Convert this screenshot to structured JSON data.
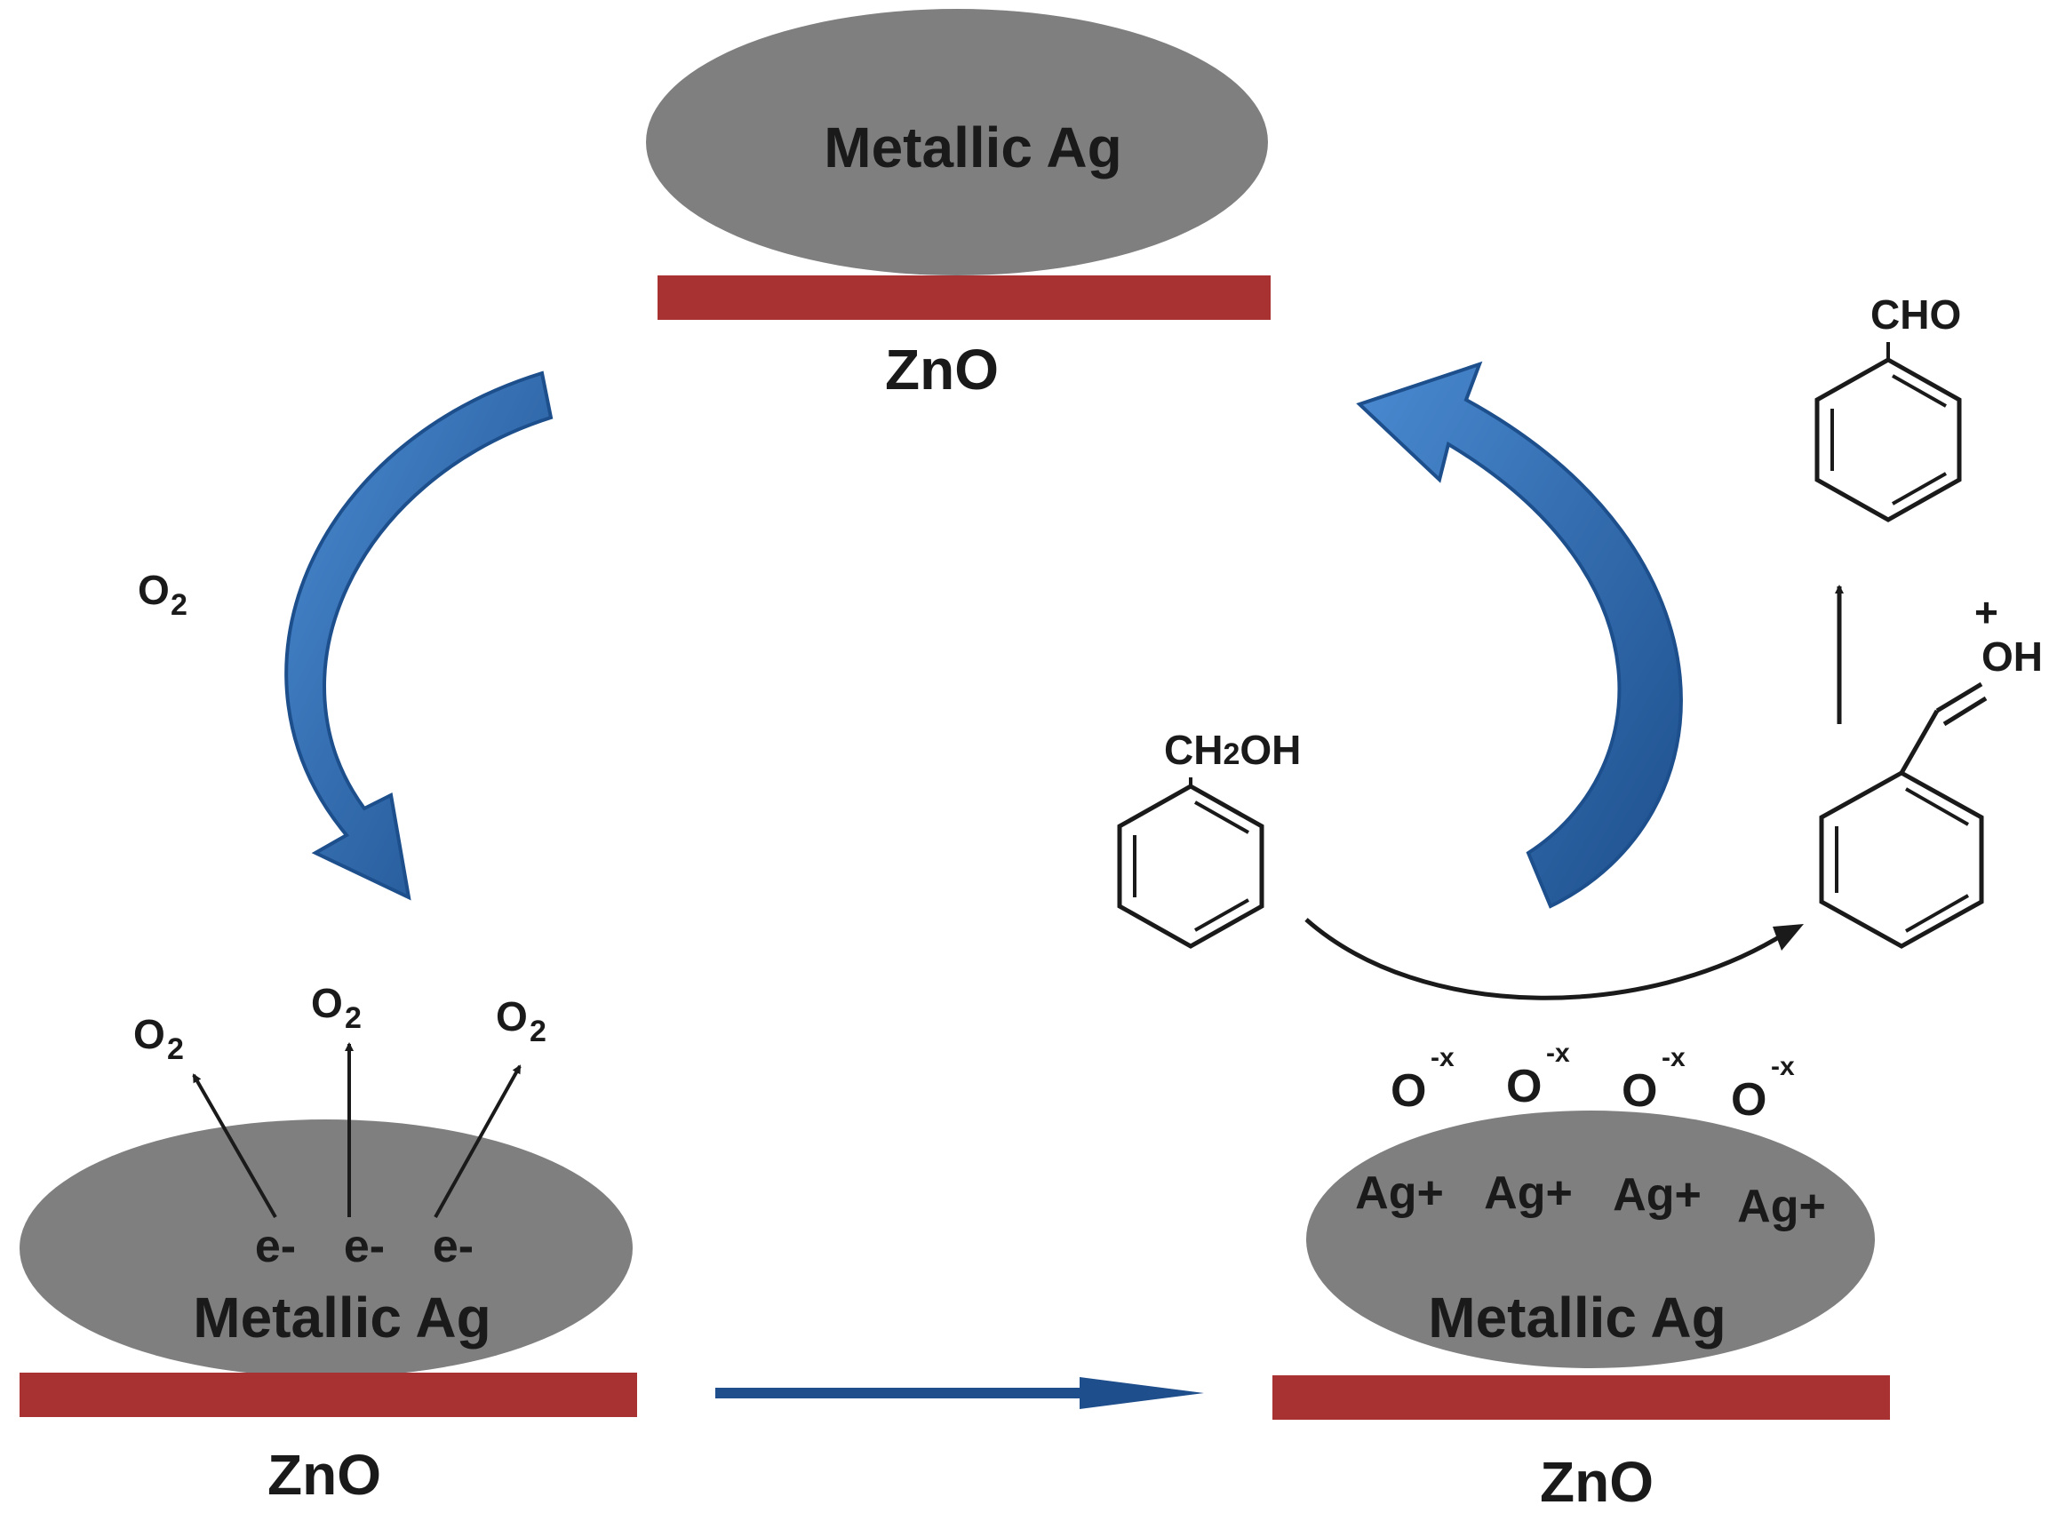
{
  "top_particle": {
    "particle_label": "Metallic Ag",
    "support_label": "ZnO"
  },
  "left_particle": {
    "particle_label": "Metallic Ag",
    "electrons": [
      "e-",
      "e-",
      "e-"
    ],
    "emitted": [
      "O",
      "O",
      "O"
    ],
    "emitted_subscript": "2",
    "support_label": "ZnO"
  },
  "right_particle": {
    "particle_label": "Metallic Ag",
    "ions": [
      "Ag+",
      "Ag+",
      "Ag+",
      "Ag+"
    ],
    "surface_species": "O",
    "surface_charge": "-x",
    "support_label": "ZnO"
  },
  "reactant": {
    "label_prefix": "CH",
    "label_sub": "2",
    "label_suffix": "OH"
  },
  "product": {
    "label": "CHO"
  },
  "intermediate": {
    "label": "OH",
    "charge": "+"
  },
  "left_arrow": {
    "label": "O",
    "label_subscript": "2"
  },
  "colors": {
    "particle": "#7f7f7f",
    "support": "#a83232",
    "cycle_arrow": "#2f6db5",
    "cycle_arrow_dark": "#1d4f8c",
    "straight_arrow": "#1f4e8c",
    "ink": "#1a1a1a"
  }
}
